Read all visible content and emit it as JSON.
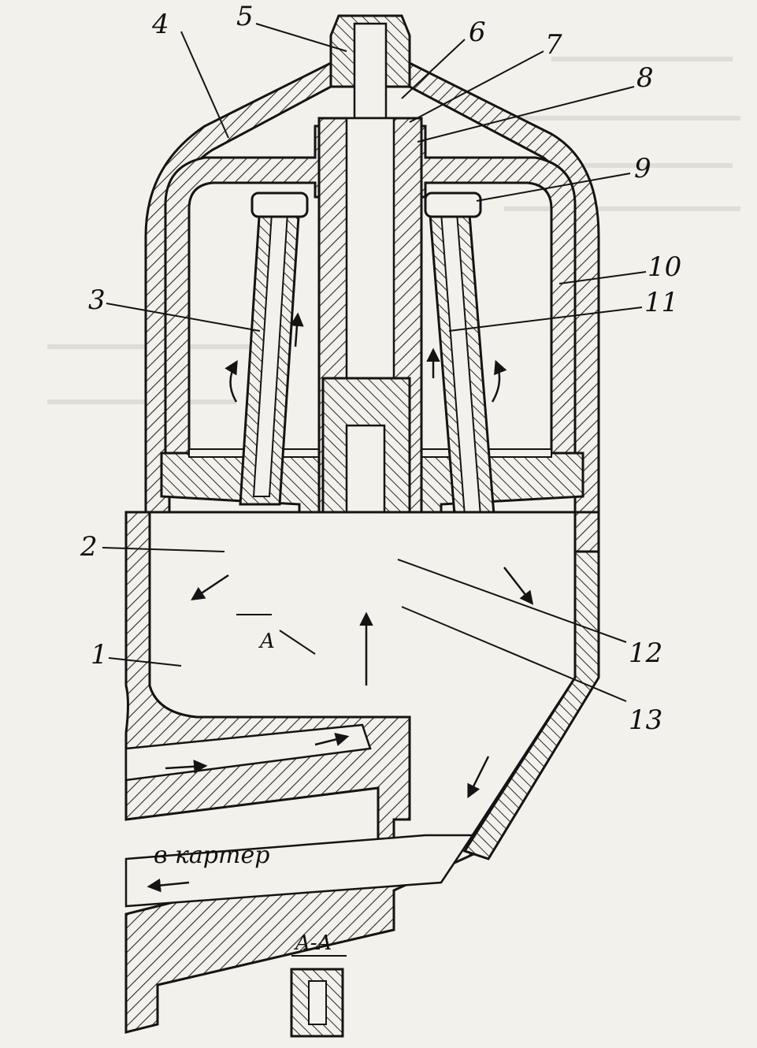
{
  "figure": {
    "callouts": [
      "1",
      "2",
      "3",
      "4",
      "5",
      "6",
      "7",
      "8",
      "9",
      "10",
      "11",
      "12",
      "13"
    ],
    "section_marker": "A",
    "section_title": "A-A",
    "flow_label": "в картер"
  },
  "colors": {
    "ink": "#141414",
    "paper": "#f2f1ec",
    "hatch": "#2a2a2a"
  }
}
